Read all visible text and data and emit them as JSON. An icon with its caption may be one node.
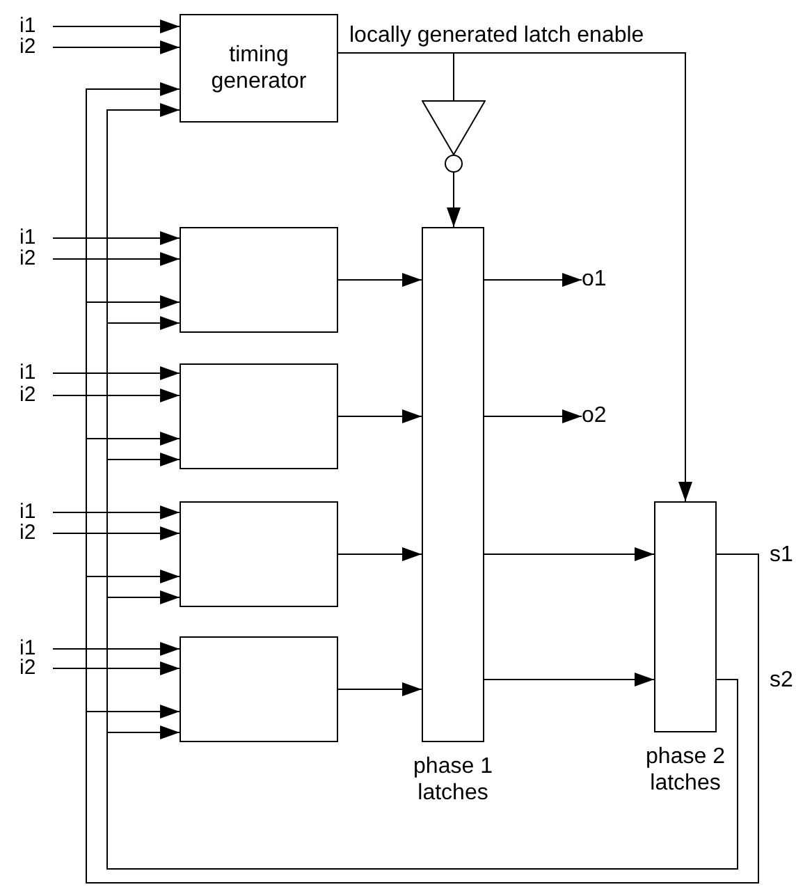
{
  "diagram": {
    "nodes": [
      {
        "text": [
          "i1"
        ]
      },
      {
        "text": [
          "i2"
        ]
      },
      {
        "text": [
          "timing generator"
        ]
      },
      {
        "text": [],
        "shape": "triangle"
      },
      {
        "text": [
          "i1"
        ]
      },
      {
        "text": [
          "i2"
        ]
      },
      {
        "text": [],
        "shape": "box"
      },
      {
        "text": [
          "phase 1 latches"
        ]
      },
      {
        "text": [
          "o1"
        ]
      },
      {
        "text": [
          "i1"
        ]
      },
      {
        "text": [
          "i2"
        ]
      },
      {
        "text": [],
        "shape": "box"
      },
      {
        "text": [
          "o2"
        ]
      },
      {
        "text": [
          "i1"
        ]
      },
      {
        "text": [
          "i2"
        ]
      },
      {
        "text": [],
        "shape": "box"
      },
      {
        "text": [
          "phase 2 latches"
        ]
      },
      {
        "text": [
          "i1"
        ]
      },
      {
        "text": [
          "i2"
        ]
      },
      {
        "text": [],
        "shape": "box"
      }
    ],
    "edges": [
      {
        "from": 0,
        "to": 2,
        "arrow": "to"
      },
      {
        "from": 1,
        "to": 2,
        "arrow": "to"
      },
      {
        "from": 2,
        "to": 3,
        "arrow": "none"
      },
      {
        "from": 3,
        "to": 7,
        "arrow": "to"
      },
      {
        "from": 2,
        "to": 16,
        "arrow": "to",
        "label": "locally generated latch enable"
      },
      {
        "from": 4,
        "to": 6,
        "arrow": "to"
      },
      {
        "from": 5,
        "to": 6,
        "arrow": "to"
      },
      {
        "from": 6,
        "to": 7,
        "arrow": "to"
      },
      {
        "from": 7,
        "to": 8,
        "arrow": "to"
      },
      {
        "from": 9,
        "to": 11,
        "arrow": "to"
      },
      {
        "from": 10,
        "to": 11,
        "arrow": "to"
      },
      {
        "from": 11,
        "to": 7,
        "arrow": "to"
      },
      {
        "from": 7,
        "to": 12,
        "arrow": "to"
      },
      {
        "from": 13,
        "to": 15,
        "arrow": "to"
      },
      {
        "from": 14,
        "to": 15,
        "arrow": "to"
      },
      {
        "from": 15,
        "to": 7,
        "arrow": "to"
      },
      {
        "from": 7,
        "to": 16,
        "arrow": "to"
      },
      {
        "from": 17,
        "to": 19,
        "arrow": "to"
      },
      {
        "from": 18,
        "to": 19,
        "arrow": "to"
      },
      {
        "from": 19,
        "to": 7,
        "arrow": "to"
      },
      {
        "from": 7,
        "to": 16,
        "arrow": "to"
      },
      {
        "from": 16,
        "to": 2,
        "arrow": "to"
      },
      {
        "from": 16,
        "to": 6,
        "arrow": "to"
      },
      {
        "from": 16,
        "to": 11,
        "arrow": "to"
      },
      {
        "from": 16,
        "to": 15,
        "arrow": "to"
      },
      {
        "from": 16,
        "to": 19,
        "arrow": "to"
      },
      {
        "from": 16,
        "to": 2,
        "arrow": "to"
      },
      {
        "from": 16,
        "to": 6,
        "arrow": "to"
      },
      {
        "from": 16,
        "to": 11,
        "arrow": "to"
      },
      {
        "from": 16,
        "to": 15,
        "arrow": "to"
      },
      {
        "from": 16,
        "to": 19,
        "arrow": "to"
      }
    ],
    "labels": [
      "s1",
      "s2"
    ]
  }
}
